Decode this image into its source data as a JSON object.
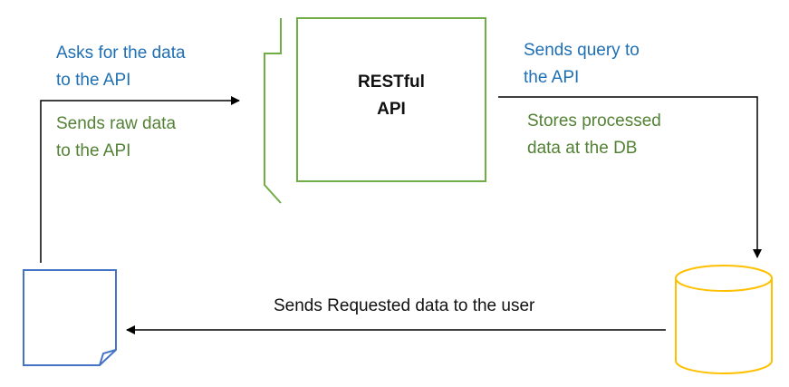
{
  "api_box": {
    "title_line1": "RESTful",
    "title_line2": "API"
  },
  "client_to_api": {
    "request_line1": "Asks for the data",
    "request_line2": "to the API",
    "raw_line1": "Sends raw data",
    "raw_line2": "to the API"
  },
  "api_to_db": {
    "query_line1": "Sends query to",
    "query_line2": "the API",
    "store_line1": "Stores processed",
    "store_line2": "data at the DB"
  },
  "db_to_user": {
    "label": "Sends Requested data to the user"
  },
  "colors": {
    "blue_text": "#1f6fb4",
    "green_text": "#538135",
    "api_border": "#70ad47",
    "document_border": "#4472c4",
    "database_border": "#ffc000",
    "arrow": "#000000"
  }
}
